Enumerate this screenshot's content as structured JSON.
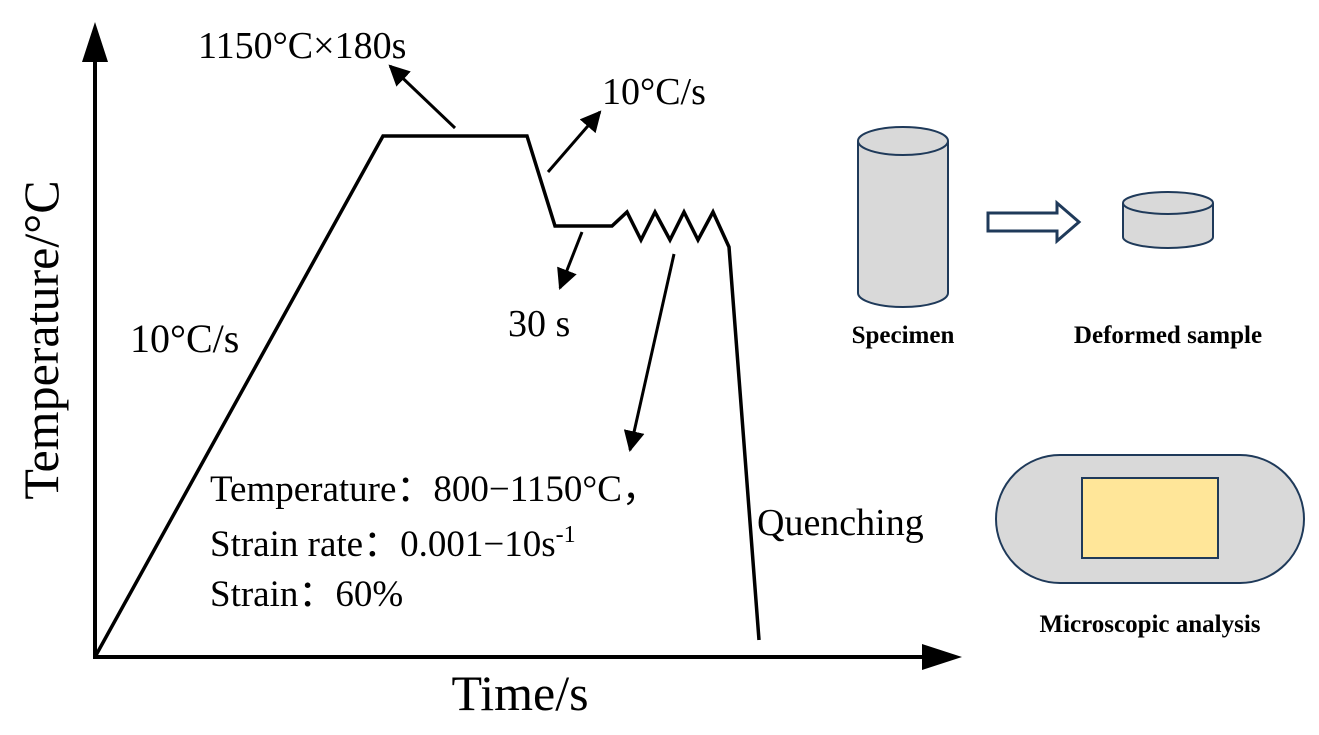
{
  "diagram": {
    "axes": {
      "y_label": "Temperature/°C",
      "x_label": "Time/s"
    },
    "annotations": {
      "soak": "1150°C×180s",
      "heating_rate": "10°C/s",
      "cooling_rate": "10°C/s",
      "hold": "30 s",
      "quenching": "Quenching"
    },
    "conditions": {
      "temperature": "Temperature：800−1150°C，",
      "strain_rate": "Strain rate：0.001−10s",
      "strain_rate_exp": "-1",
      "strain": "Strain：60%"
    },
    "samples": {
      "specimen": "Specimen",
      "deformed": "Deformed sample",
      "microscopic": "Microscopic analysis"
    },
    "colors": {
      "line": "#000000",
      "sample_fill": "#d9d9d9",
      "sample_stroke": "#1f3a5a",
      "arrow_stroke": "#1f3a5a",
      "region_fill": "#ffe699"
    }
  }
}
